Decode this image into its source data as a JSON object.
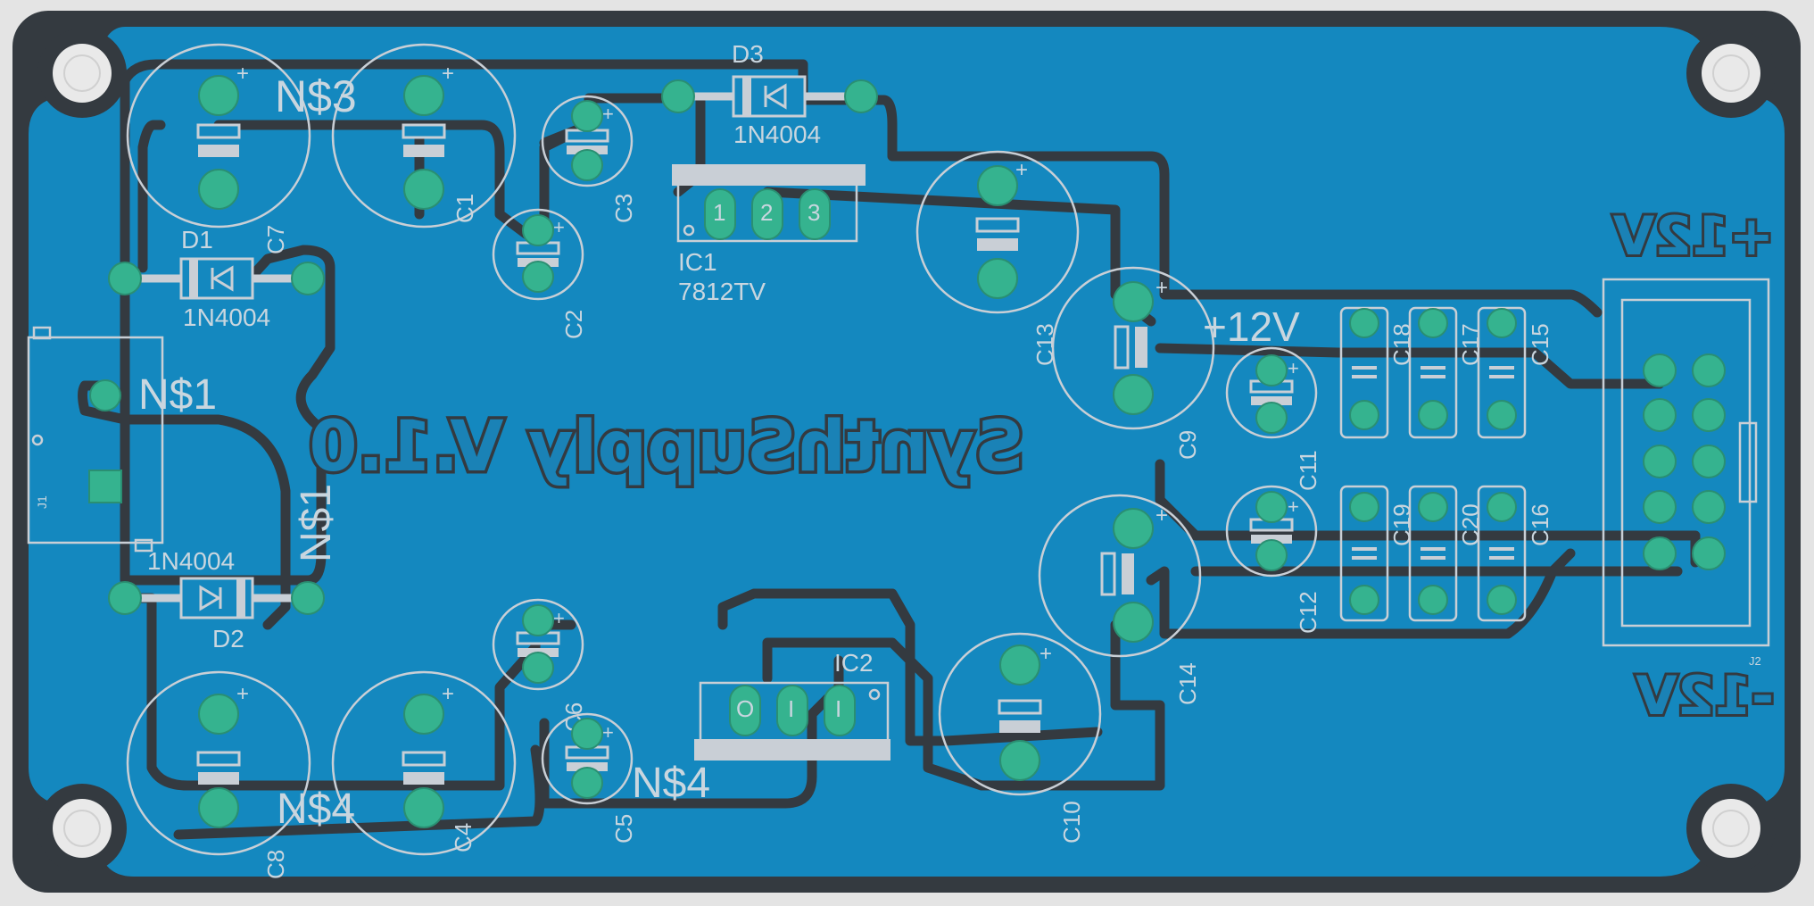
{
  "board": {
    "title": "SynthSupply V.1.0",
    "colors": {
      "background": "#e4e4e4",
      "board_edge": "#343a40",
      "copper": "#1488bf",
      "trace": "#343a40",
      "pad": "#35b38f",
      "silkscreen": "#c9cfd6",
      "mount_hole": "#e9e9e9"
    }
  },
  "connectors": {
    "j1": "J1",
    "j2": "J2"
  },
  "power_labels": {
    "pos_out": "+12V",
    "neg_out": "-12V",
    "pos_net": "+12V"
  },
  "nets": {
    "n1_horizontal": "N$1",
    "n1_vertical": "N$1",
    "n3": "N$3",
    "n4_left": "N$4",
    "n4_mid": "N$4"
  },
  "diodes": {
    "d1": {
      "ref": "D1",
      "value": "1N4004"
    },
    "d2": {
      "ref": "D2",
      "value": "1N4004"
    },
    "d3": {
      "ref": "D3",
      "value": "1N4004"
    }
  },
  "regulators": {
    "ic1": {
      "ref": "IC1",
      "value": "7812TV",
      "pins": [
        "1",
        "2",
        "3"
      ]
    },
    "ic2": {
      "ref": "IC2",
      "pins": [
        "O",
        "I",
        "I"
      ]
    }
  },
  "capacitors": {
    "c1": "C1",
    "c2": "C2",
    "c3": "C3",
    "c4": "C4",
    "c5": "C5",
    "c6": "C6",
    "c7": "C7",
    "c8": "C8",
    "c9": "C9",
    "c10": "C10",
    "c11": "C11",
    "c12": "C12",
    "c13": "C13",
    "c14": "C14",
    "c15": "C15",
    "c16": "C16",
    "c17": "C17",
    "c18": "C18",
    "c19": "C19",
    "c20": "C20"
  },
  "polarity": {
    "plus": "+"
  }
}
